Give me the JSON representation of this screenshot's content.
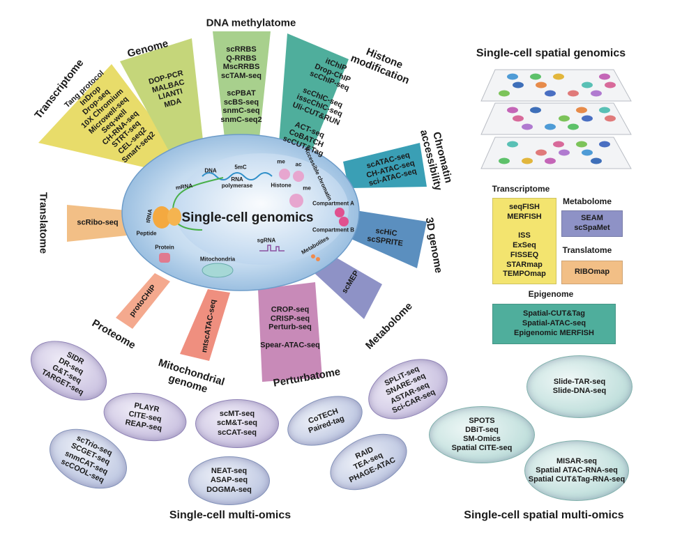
{
  "center": {
    "title": "Single-cell genomics",
    "labels": [
      "DNA",
      "5mC",
      "RNA polymerase",
      "mRNA",
      "me",
      "ac",
      "Histone",
      "me",
      "Accessible chromatin",
      "Compartment A",
      "Compartment B",
      "Peptide",
      "tRNA",
      "Protein",
      "Mitochondria",
      "sgRNA",
      "Metabolites"
    ]
  },
  "wedges": [
    {
      "label": "Transcriptome",
      "methods": "Tang protocol\nInDrop\nDrop-seq\n10X Chromium\nMicrowell-seq\nSeq-well\nCH-RNA-seq\nSTRT-seq\nCEL-seq2\nSmart-seq2",
      "color": "#e8dc6a"
    },
    {
      "label": "Genome",
      "methods": "DOP-PCR\nMALBAC\nLIANTI\nMDA",
      "color": "#c5d67a"
    },
    {
      "label": "DNA methylatome",
      "methods": "scRRBS\nQ-RRBS\nMscRRBS\nscTAM-seq\n\nscPBAT\nscBS-seq\nsnmC-seq\nsnmC-seq2",
      "color": "#a8d08d"
    },
    {
      "label": "Histone\nmodification",
      "methods": "itChIP\nDrop-ChIP\nscChIP-seq\n\nscChIC-seq\nisscChIC-seq\nUli-CUT&RUN\n\nACT-seq\nCoBATCH\nscCUT&Tag",
      "color": "#4fae9c"
    },
    {
      "label": "Chromatin\naccessibility",
      "methods": "scATAC-seq\nCH-ATAC-seq\nsci-ATAC-seq",
      "color": "#3a9fb5"
    },
    {
      "label": "3D genome",
      "methods": "scHiC\nscSPRITE",
      "color": "#5b8fbf"
    },
    {
      "label": "Metabolome",
      "methods": "scMEP",
      "color": "#8e92c6"
    },
    {
      "label": "Perturbatome",
      "methods": "CROP-seq\nCRISP-seq\nPerturb-seq\n\nSpear-ATAC-seq",
      "color": "#c88ab8"
    },
    {
      "label": "Mitochondrial\ngenome",
      "methods": "mtscATAC-seq",
      "color": "#ef8f7f"
    },
    {
      "label": "Proteome",
      "methods": "protoCHIP",
      "color": "#f4a98e"
    },
    {
      "label": "Translatome",
      "methods": "scRibo-seq",
      "color": "#f2bf86"
    }
  ],
  "spatial": {
    "title": "Single-cell spatial genomics",
    "transcriptome": {
      "label": "Transcriptome",
      "methods": "seqFISH\nMERFISH\n\nISS\nExSeq\nFISSEQ\nSTARmap\nTEMPOmap",
      "color": "#f3e46f"
    },
    "metabolome": {
      "label": "Metabolome",
      "methods": "SEAM\nscSpaMet",
      "color": "#8e92c6"
    },
    "translatome": {
      "label": "Translatome",
      "methods": "RIBOmap",
      "color": "#f2bf86"
    },
    "epigenome": {
      "label": "Epigenome",
      "methods": "Spatial-CUT&Tag\nSpatial-ATAC-seq\nEpigenomic MERFISH",
      "color": "#4fae9c"
    }
  },
  "multiomics": {
    "title": "Single-cell multi-omics",
    "ovals": [
      "SIDR\nDR-seq\nG&T-seq\nTARGET-seq",
      "PLAYR\nCITE-seq\nREAP-seq",
      "scTrio-seq\nSCGET-seq\nsnmCAT-seq\nscCOOL-seq",
      "scMT-seq\nscM&T-seq\nscCAT-seq",
      "NEAT-seq\nASAP-seq\nDOGMA-seq",
      "CoTECH\nPaired-tag",
      "RAID\nTEA-seq\nPHAGE-ATAC",
      "SPLiT-seq\nSNARE-seq\nASTAR-seq\nSci-CAR-seq"
    ]
  },
  "spatial_multiomics": {
    "title": "Single-cell spatial multi-omics",
    "ovals": [
      "SPOTS\nDBiT-seq\nSM-Omics\nSpatial CITE-seq",
      "Slide-TAR-seq\nSlide-DNA-seq",
      "MISAR-seq\nSpatial ATAC-RNA-seq\nSpatial CUT&Tag-RNA-seq"
    ]
  }
}
